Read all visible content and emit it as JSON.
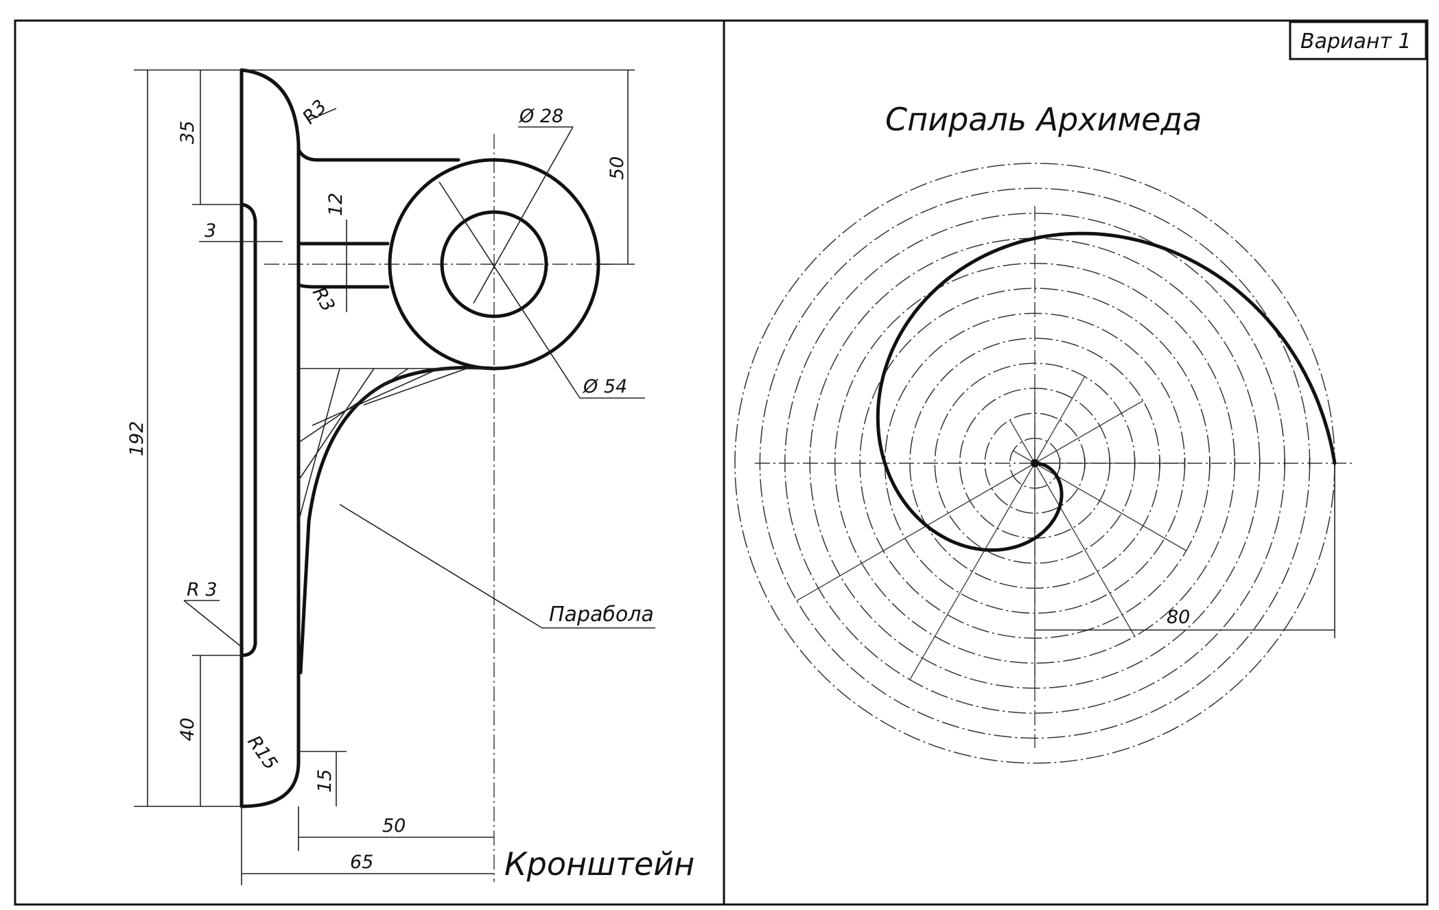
{
  "variant_label": "Вариант 1",
  "left_view": {
    "part_name": "Кронштейн",
    "dimensions": {
      "d35": "35",
      "d3": "3",
      "d192": "192",
      "d40": "40",
      "d50_vertical": "50",
      "d12": "12",
      "d15": "15",
      "d50_horizontal": "50",
      "d65": "65",
      "r3_top": "R3",
      "r3_middle": "R3",
      "r3_left": "R 3",
      "r15": "R15",
      "dia28": "Ø 28",
      "dia54": "Ø 54"
    },
    "parabola_label": "Парабола"
  },
  "right_view": {
    "title": "Спираль Архимеда",
    "dimension_80": "80"
  }
}
